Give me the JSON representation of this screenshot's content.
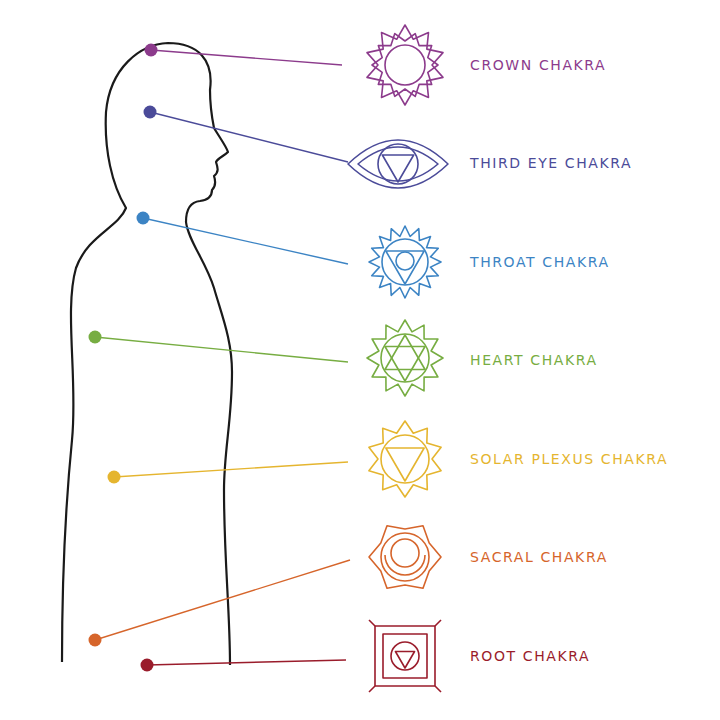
{
  "diagram": {
    "labels": [
      "CROWN CHAKRA",
      "THIRD EYE CHAKRA",
      "THROAT CHAKRA",
      "HEART CHAKRA",
      "SOLAR PLEXUS CHAKRA",
      "SACRAL CHAKRA",
      "ROOT CHAKRA"
    ]
  }
}
